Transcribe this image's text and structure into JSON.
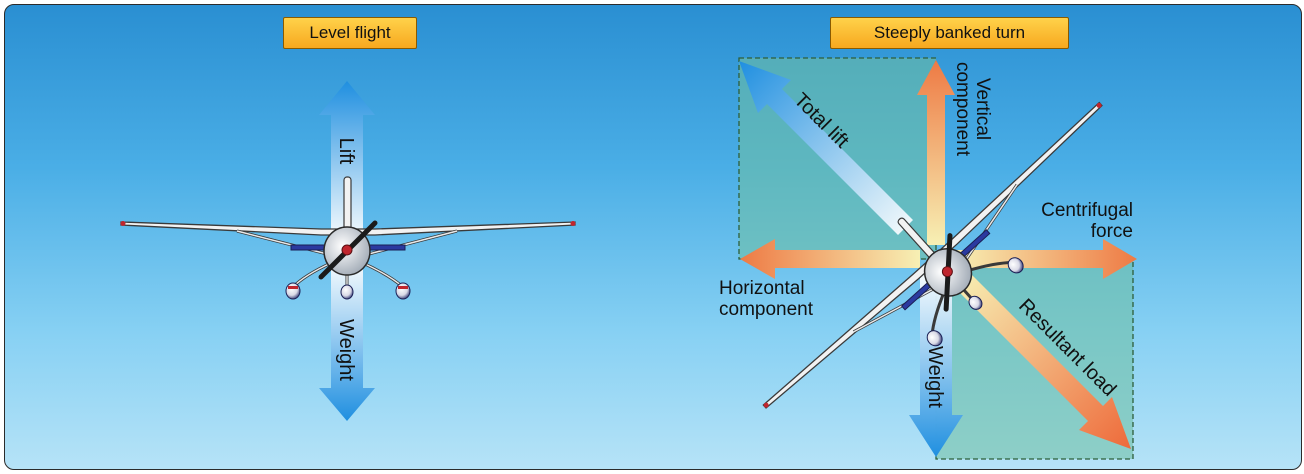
{
  "panels": {
    "left": {
      "title": "Level flight",
      "labels": {
        "lift": "Lift",
        "weight": "Weight"
      }
    },
    "right": {
      "title": "Steeply banked turn",
      "labels": {
        "total_lift": "Total lift",
        "vertical_line1": "Vertical",
        "vertical_line2": "component",
        "centrifugal_line1": "Centrifugal",
        "centrifugal_line2": "force",
        "horizontal_line1": "Horizontal",
        "horizontal_line2": "component",
        "resultant": "Resultant load",
        "weight": "Weight"
      }
    }
  },
  "colors": {
    "sky_top": "#2a8fd2",
    "sky_bottom": "#b6e3f7",
    "title_fill": "#f7a81f",
    "blue_arrow": "#1f8fe0",
    "orange_arrow": "#ee7a44",
    "yellow_arrow": "#f5e9a8",
    "component_box": "#6fbfa0"
  },
  "icons": [
    "airplane-front-icon",
    "airplane-banked-icon"
  ]
}
